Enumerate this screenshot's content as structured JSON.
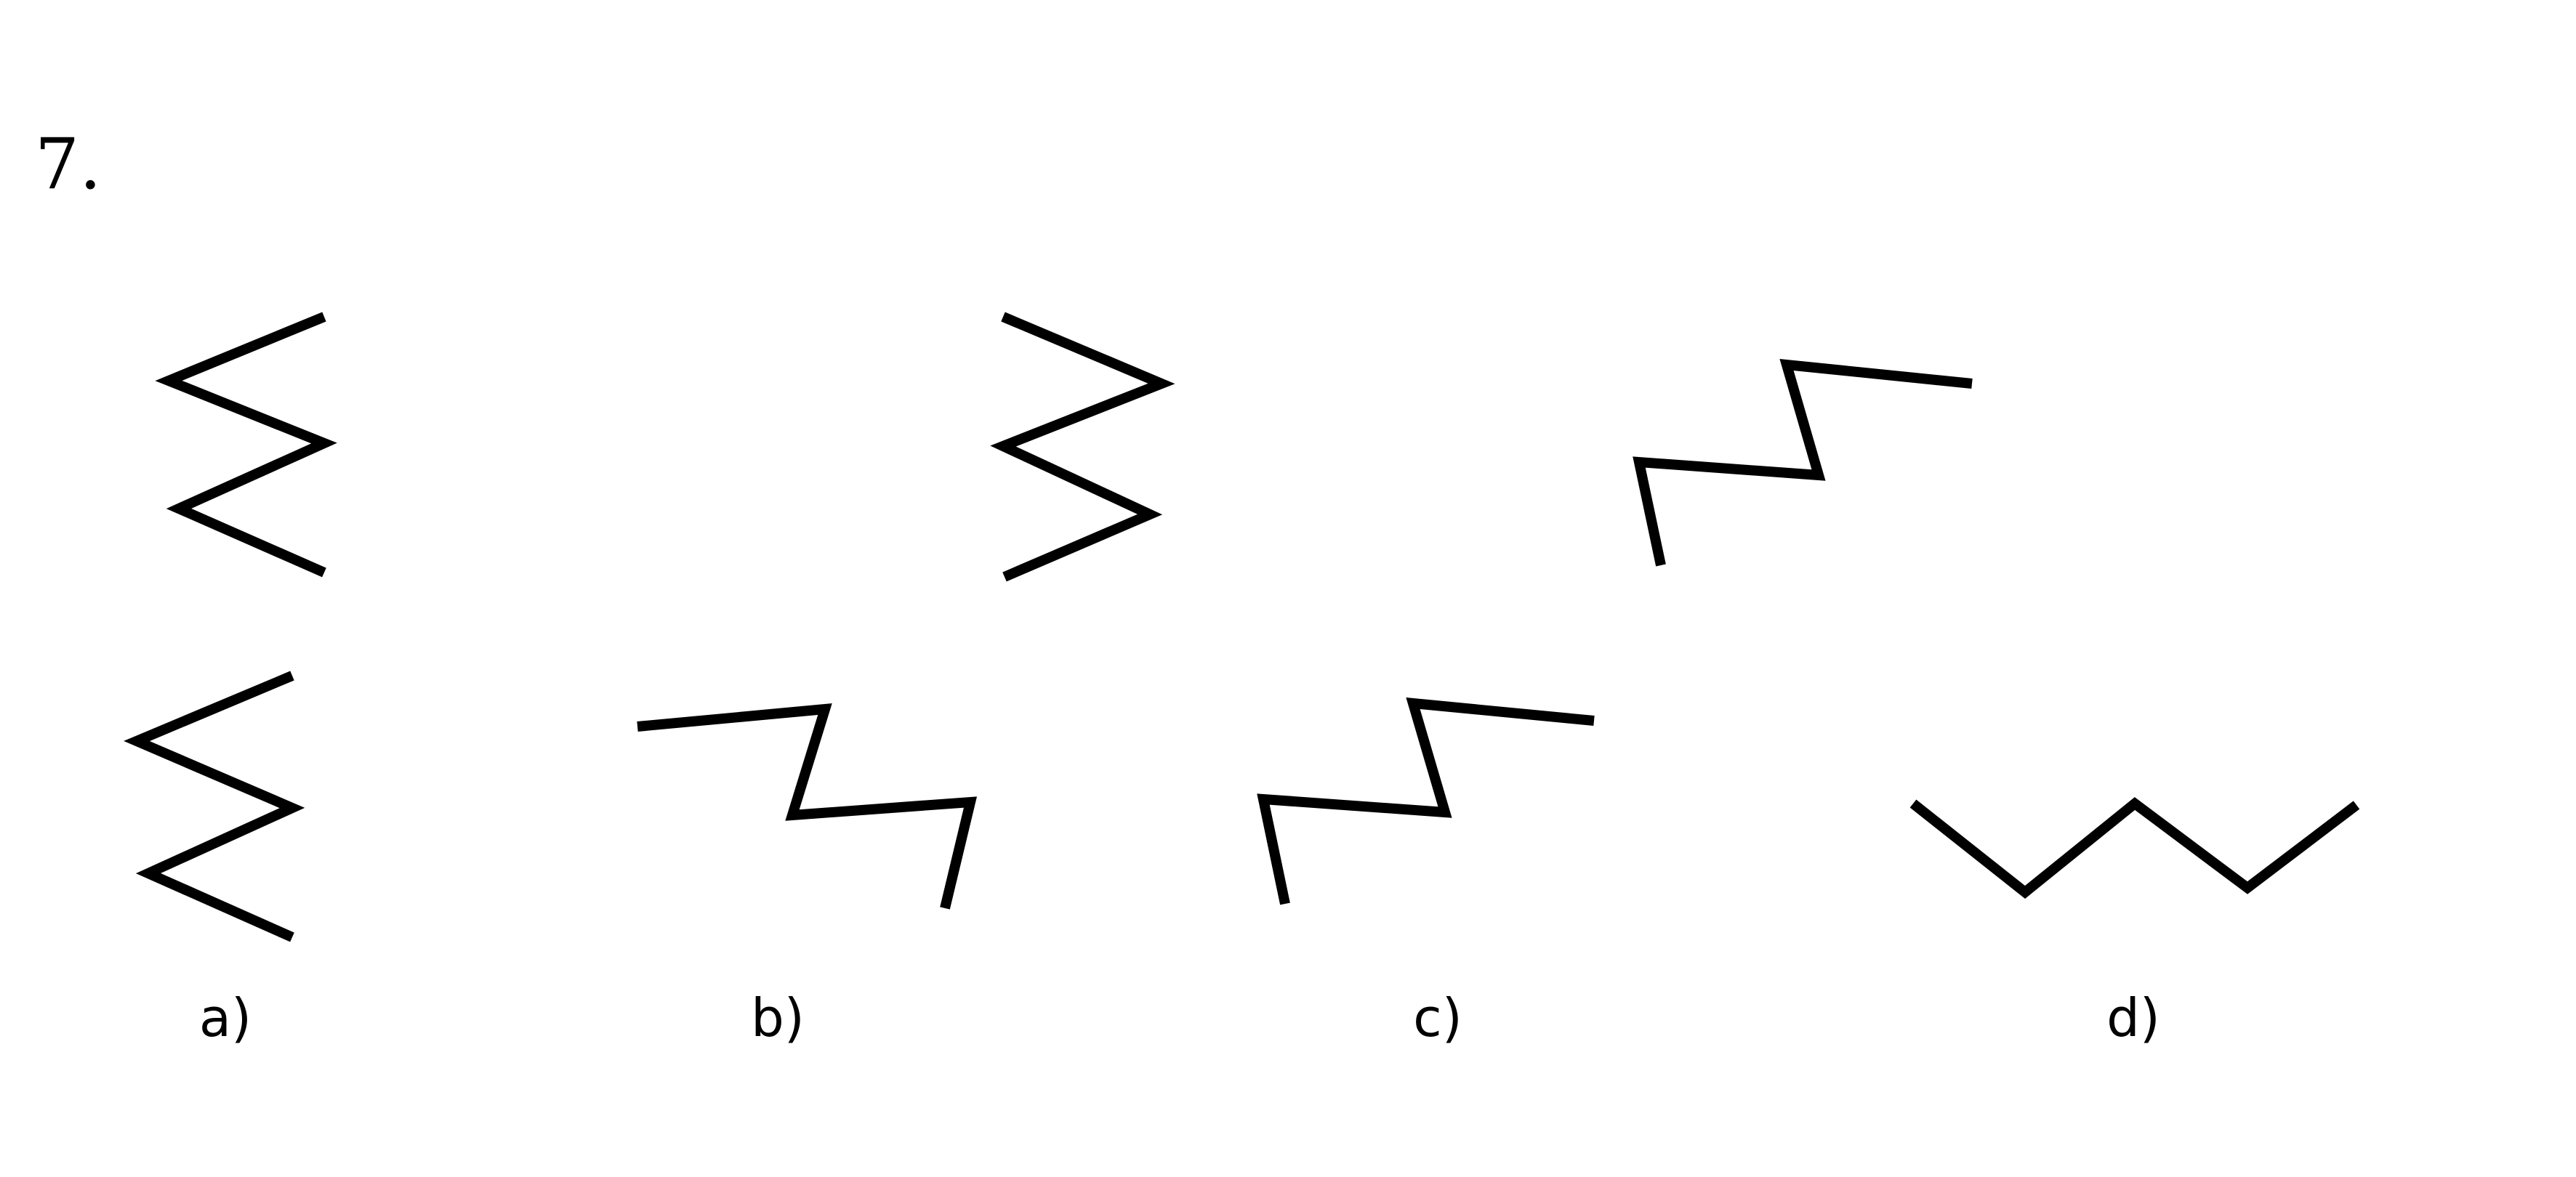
{
  "question": {
    "number": "7."
  },
  "question_figures": [
    {
      "id": "q1",
      "description_name": "zigzag-vertical-left-pointing"
    },
    {
      "id": "q2",
      "description_name": "zigzag-vertical-right-pointing"
    },
    {
      "id": "q3",
      "description_name": "zigzag-stepped"
    }
  ],
  "options": [
    {
      "key": "a",
      "label": "a)"
    },
    {
      "key": "b",
      "label": "b)"
    },
    {
      "key": "c",
      "label": "c)"
    },
    {
      "key": "d",
      "label": "d)"
    }
  ],
  "colors": {
    "stroke": "#000000",
    "background": "#ffffff"
  }
}
